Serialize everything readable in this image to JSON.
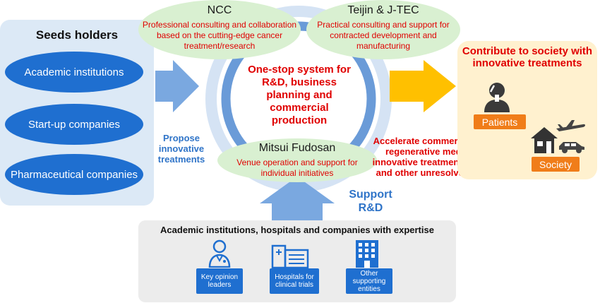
{
  "seeds": {
    "title": "Seeds holders",
    "items": [
      {
        "label": "Academic institutions"
      },
      {
        "label": "Start-up companies"
      },
      {
        "label": "Pharmaceutical companies"
      }
    ]
  },
  "ncc": {
    "title": "NCC",
    "text": "Professional consulting and collaboration based on the cutting-edge cancer treatment/research"
  },
  "teijin": {
    "title": "Teijin & J-TEC",
    "text": "Practical consulting and support for contracted development and manufacturing"
  },
  "mitsui": {
    "title": "Mitsui Fudosan",
    "text": "Venue operation and support for individual initiatives"
  },
  "center_text": "One-stop system for R&D, business planning and commercial production",
  "propose_label": "Propose innovative treatments",
  "support_label": "Support R&D",
  "accelerate_label": "Accelerate commercialization of regenerative medicine and innovative treatments for cancer and other unresolved diseases",
  "contribute": {
    "title": "Contribute to society with innovative treatments",
    "patients": "Patients",
    "society": "Society"
  },
  "expertise": {
    "title": "Academic institutions, hospitals and companies with expertise",
    "items": [
      {
        "label": "Key opinion leaders"
      },
      {
        "label": "Hospitals for clinical trials"
      },
      {
        "label": "Other supporting entities"
      }
    ]
  },
  "colors": {
    "accent_blue": "#1f6fd0",
    "red_text": "#e00000",
    "orange": "#f07d19",
    "gold_arrow": "#ffc000",
    "green_oval": "#d9f0d1"
  }
}
